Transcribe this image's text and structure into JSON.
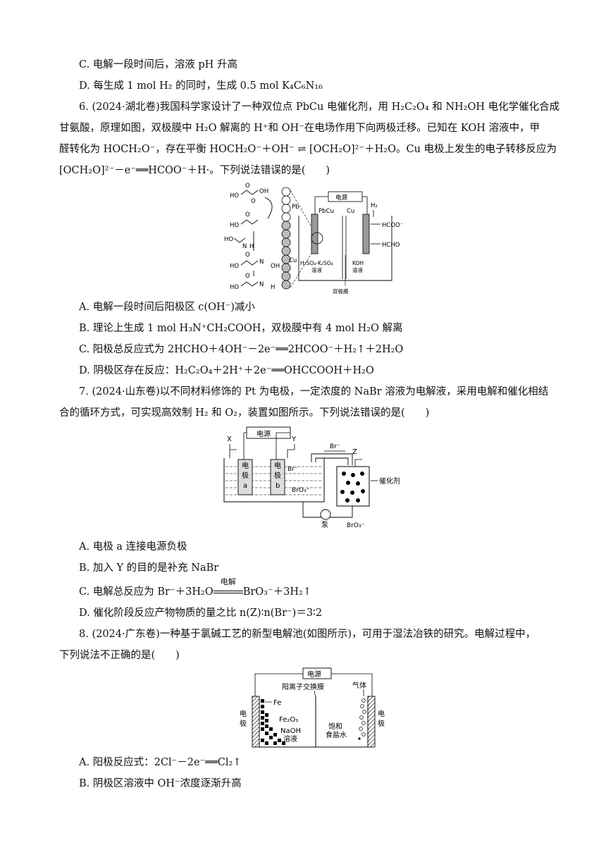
{
  "q5_tail": {
    "C": "C.  电解一段时间后，溶液 pH 升高",
    "D": "D.  每生成 1 mol H₂ 的同时，生成 0.5 mol K₄C₆N₁₆"
  },
  "q6": {
    "line1": "6. (2024·湖北卷)我国科学家设计了一种双位点 PbCu 电催化剂，用 H₂C₂O₄ 和 NH₂OH 电化学催化合成",
    "line2": "甘氨酸，原理如图，双极膜中 H₂O 解离的 H⁺和 OH⁻在电场作用下向两极迁移。已知在 KOH 溶液中，甲",
    "line3": "醛转化为 HOCH₂O⁻，存在平衡 HOCH₂O⁻＋OH⁻ ⇌ [OCH₂O]²⁻＋H₂O。Cu 电极上发生的电子转移反应为",
    "line4": "[OCH₂O]²⁻－e⁻══HCOO⁻＋H·。下列说法错误的是(　　)",
    "figure": {
      "power": "电源",
      "pbcu": "PbCu",
      "cu_electrode": "Cu",
      "h2": "H₂",
      "hcoo": "HCOO⁻",
      "hcho": "HCHO",
      "left_solution_1": "H₂SO₄-K₂SO₄",
      "left_solution_2": "溶液",
      "right_solution_1": "KOH",
      "right_solution_2": "溶液",
      "membrane": "双极膜",
      "pb_label": "Pb",
      "cu_label": "Cu",
      "mol1_a": "HO",
      "mol1_b": "OH",
      "mol1_o1": "O",
      "mol1_o2": "O",
      "mol2_a": "HO",
      "mol2_o": "O",
      "mol3": "HO",
      "mol3_n": "N",
      "mol3_h": "H",
      "mol4_a": "HO",
      "mol4_n": "N",
      "mol4_b": "OH",
      "mol4_o": "O",
      "mol5_a": "HO",
      "mol5_b": "N",
      "mol5_h": "H",
      "mol5_o": "O"
    },
    "options": {
      "A": "A.  电解一段时间后阳极区 c(OH⁻)减小",
      "B": "B.  理论上生成 1 mol H₃N⁺CH₂COOH，双极膜中有 4 mol H₂O 解离",
      "C": "C.  阳极总反应式为 2HCHO＋4OH⁻－2e⁻══2HCOO⁻＋H₂↑＋2H₂O",
      "D": "D.  阴极区存在反应：H₂C₂O₄＋2H⁺＋2e⁻══OHCCOOH＋H₂O"
    }
  },
  "q7": {
    "line1": "7. (2024·山东卷)以不同材料修饰的 Pt 为电极，一定浓度的 NaBr 溶液为电解液，采用电解和催化相结",
    "line2": "合的循环方式，可实现高效制 H₂ 和 O₂，装置如图所示。下列说法错误的是(　　)",
    "figure": {
      "power": "电源",
      "x": "X",
      "y": "Y",
      "z": "Z",
      "electrode_a_1": "电",
      "electrode_a_2": "极",
      "electrode_a_3": "a",
      "electrode_b_1": "电",
      "electrode_b_2": "极",
      "electrode_b_3": "b",
      "br_top": "Br⁻",
      "br_left": "Br⁻",
      "bro3_mid": "BrO₃⁻",
      "catalyst": "催化剂",
      "pump": "泵",
      "bro3_bottom": "BrO₃⁻"
    },
    "options": {
      "A": "A.  电极 a 连接电源负极",
      "B": "B.  加入 Y 的目的是补充 NaBr",
      "C_pre": "C.  电解总反应为 Br⁻＋3H₂O",
      "C_cond": "电解",
      "C_post": "BrO₃⁻＋3H₂↑",
      "D": "D.  催化阶段反应产物物质的量之比 n(Z)∶n(Br⁻)＝3∶2"
    }
  },
  "q8": {
    "line1": "8. (2024·广东卷)一种基于氯碱工艺的新型电解池(如图所示)，可用于湿法冶铁的研究。电解过程中，",
    "line2": "下列说法不正确的是(　　)",
    "figure": {
      "power": "电源",
      "membrane": "阳离子交换膜",
      "gas": "气体",
      "fe": "Fe",
      "fe2o3": "Fe₂O₃",
      "naoh_1": "NaOH",
      "naoh_2": "溶液",
      "brine_1": "饱和",
      "brine_2": "食盐水",
      "left_electrode_1": "电",
      "left_electrode_2": "极",
      "right_electrode_1": "电",
      "right_electrode_2": "极"
    },
    "options": {
      "A": "A.  阳极反应式：2Cl⁻－2e⁻══Cl₂↑",
      "B": "B.  阴极区溶液中 OH⁻浓度逐渐升高"
    }
  }
}
